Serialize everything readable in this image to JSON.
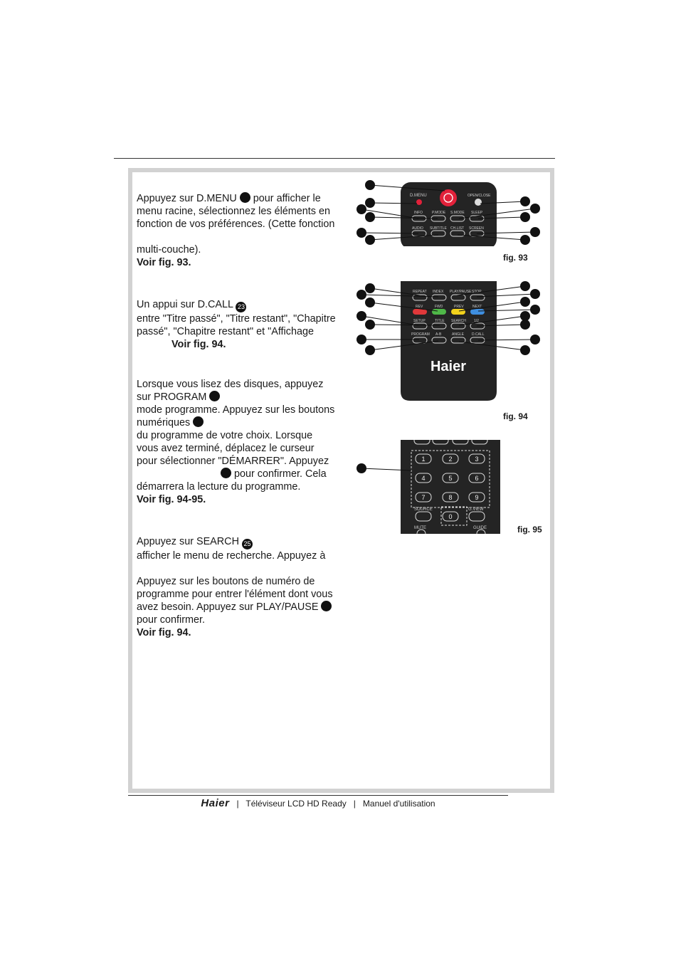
{
  "sections": [
    {
      "lines": [
        "Appuyez sur D.MENU",
        " pour afficher le",
        "menu racine, sélectionnez les éléments en",
        "fonction de vos préférences. (Cette fonction",
        "",
        "multi-couche)."
      ],
      "ref": "Voir fig. 93."
    },
    {
      "lines": [
        "Un appui sur D.CALL",
        "entre \"Titre passé\", \"Titre restant\", \"Chapitre",
        "passé\", \"Chapitre restant\" et \"Affichage"
      ],
      "badge": "23",
      "ref": "Voir fig. 94."
    },
    {
      "lines": [
        "Lorsque vous lisez des disques, appuyez",
        "sur PROGRAM",
        "mode programme. Appuyez sur les boutons",
        "numériques",
        "du programme de votre choix. Lorsque",
        "vous avez terminé, déplacez le curseur",
        "pour sélectionner \"DÉMARRER\". Appuyez",
        "pour confirmer. Cela",
        "démarrera la lecture du programme."
      ],
      "ref": "Voir fig. 94-95."
    },
    {
      "lines": [
        "Appuyez sur SEARCH",
        "afficher le menu de recherche. Appuyez à",
        "",
        "Appuyez sur les boutons de numéro de",
        "programme pour entrer l'élément dont vous",
        "avez besoin. Appuyez sur PLAY/PAUSE",
        "pour confirmer."
      ],
      "badge": "25",
      "ref": "Voir fig. 94."
    }
  ],
  "figures": {
    "fig93": {
      "label": "fig. 93",
      "buttons": [
        "D.MENU",
        "OPEN/CLOSE",
        "INFO",
        "P.MODE",
        "S.MODE",
        "SLEEP",
        "AUDIO",
        "SUBTITLE",
        "CH.LIST",
        "SCREEN"
      ]
    },
    "fig94": {
      "label": "fig. 94",
      "buttons": [
        "REPEAT",
        "INDEX",
        "PLAY/PAUSE",
        "STOP",
        "REV",
        "FWD",
        "PREV",
        "NEXT",
        "SETUP",
        "TITLE",
        "SEARCH",
        "1/2",
        "PROGRAM",
        "A-B",
        "ANGLE",
        "D.CALL"
      ],
      "logo": "Haier"
    },
    "fig95": {
      "label": "fig. 95",
      "digits": [
        "1",
        "2",
        "3",
        "4",
        "5",
        "6",
        "7",
        "8",
        "9",
        "0"
      ],
      "buttons": [
        "SOURCE",
        "G.VIEW",
        "MUTE",
        "GUIDE"
      ]
    }
  },
  "colors": {
    "rev": "#e0383a",
    "fwd": "#4fb848",
    "prev": "#f2d21c",
    "next": "#3f8fe0",
    "power": "#e2213a"
  },
  "footer": {
    "brand": "Haier",
    "product": "Téléviseur LCD HD Ready",
    "doc": "Manuel d'utilisation",
    "sep": "|"
  }
}
